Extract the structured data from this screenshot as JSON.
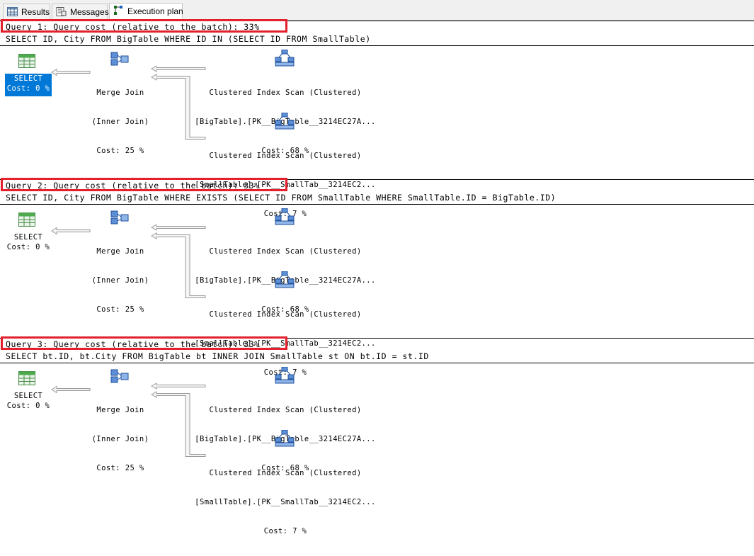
{
  "tabs": [
    {
      "label": "Results",
      "icon": "grid-icon"
    },
    {
      "label": "Messages",
      "icon": "messages-icon"
    },
    {
      "label": "Execution plan",
      "icon": "execution-plan-icon"
    }
  ],
  "active_tab": "Execution plan",
  "colors": {
    "highlight_box": "#e3202b",
    "selected_node": "#0078d7"
  },
  "queries": [
    {
      "header": "Query 1: Query cost (relative to the batch): 33%",
      "sql": "SELECT ID, City FROM BigTable WHERE ID IN (SELECT ID FROM SmallTable)",
      "select_node": {
        "label": "SELECT",
        "cost": "Cost: 0 %",
        "selected": true
      },
      "merge_node": {
        "line1": "Merge Join",
        "line2": "(Inner Join)",
        "cost": "Cost: 25 %"
      },
      "scan1": {
        "line1": "Clustered Index Scan (Clustered)",
        "line2": "[BigTable].[PK__BigTable__3214EC27A...",
        "cost": "Cost: 68 %"
      },
      "scan2": {
        "line1": "Clustered Index Scan (Clustered)",
        "line2": "[SmallTable].[PK__SmallTab__3214EC2...",
        "cost": "Cost: 7 %"
      }
    },
    {
      "header": "Query 2: Query cost (relative to the batch): 33%",
      "sql": "SELECT ID, City FROM BigTable WHERE EXISTS (SELECT ID FROM SmallTable WHERE SmallTable.ID = BigTable.ID)",
      "select_node": {
        "label": "SELECT",
        "cost": "Cost: 0 %",
        "selected": false
      },
      "merge_node": {
        "line1": "Merge Join",
        "line2": "(Inner Join)",
        "cost": "Cost: 25 %"
      },
      "scan1": {
        "line1": "Clustered Index Scan (Clustered)",
        "line2": "[BigTable].[PK__BigTable__3214EC27A...",
        "cost": "Cost: 68 %"
      },
      "scan2": {
        "line1": "Clustered Index Scan (Clustered)",
        "line2": "[SmallTable].[PK__SmallTab__3214EC2...",
        "cost": "Cost: 7 %"
      }
    },
    {
      "header": "Query 3: Query cost (relative to the batch): 33%",
      "sql": "SELECT bt.ID, bt.City FROM BigTable bt INNER JOIN SmallTable st ON bt.ID = st.ID",
      "select_node": {
        "label": "SELECT",
        "cost": "Cost: 0 %",
        "selected": false
      },
      "merge_node": {
        "line1": "Merge Join",
        "line2": "(Inner Join)",
        "cost": "Cost: 25 %"
      },
      "scan1": {
        "line1": "Clustered Index Scan (Clustered)",
        "line2": "[BigTable].[PK__BigTable__3214EC27A...",
        "cost": "Cost: 68 %"
      },
      "scan2": {
        "line1": "Clustered Index Scan (Clustered)",
        "line2": "[SmallTable].[PK__SmallTab__3214EC2...",
        "cost": "Cost: 7 %"
      }
    }
  ]
}
